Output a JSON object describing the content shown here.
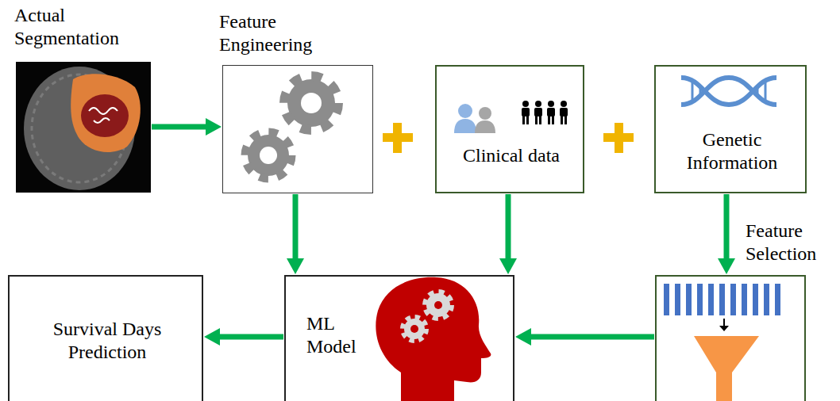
{
  "diagram": {
    "nodes": [
      {
        "text": [
          "Actual Segmentation"
        ]
      },
      {
        "text": [
          "Feature Engineering"
        ]
      },
      {
        "text": [
          "Clinical data"
        ]
      },
      {
        "text": [
          "Genetic Information"
        ]
      },
      {
        "text": [
          "Feature Selection"
        ]
      },
      {
        "text": [
          "ML Model"
        ]
      },
      {
        "text": [
          "Survival Days Prediction"
        ]
      }
    ],
    "edges": [
      {
        "from": 0,
        "to": 1,
        "arrow": "to"
      },
      {
        "from": 1,
        "to": 5,
        "arrow": "to"
      },
      {
        "from": 2,
        "to": 5,
        "arrow": "to"
      },
      {
        "from": 3,
        "to": 4,
        "arrow": "to"
      },
      {
        "from": 4,
        "to": 5,
        "arrow": "to"
      },
      {
        "from": 5,
        "to": 6,
        "arrow": "to"
      }
    ]
  }
}
